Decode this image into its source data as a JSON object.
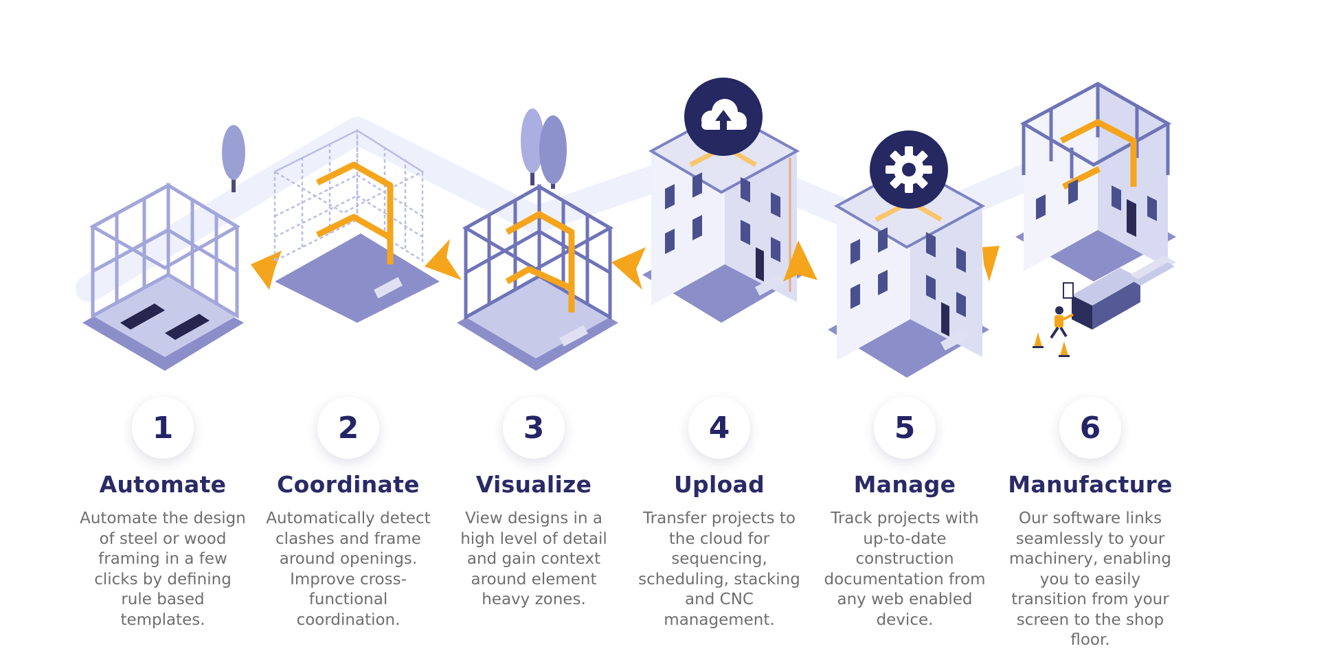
{
  "steps": [
    {
      "number": "1",
      "title": "Automate",
      "description": "Automate the design of steel or wood framing in a few clicks by defining rule based templates."
    },
    {
      "number": "2",
      "title": "Coordinate",
      "description": "Automatically detect clashes and frame around openings. Improve cross-functional coordination."
    },
    {
      "number": "3",
      "title": "Visualize",
      "description": "View designs in a high level of detail and gain context around element heavy zones."
    },
    {
      "number": "4",
      "title": "Upload",
      "description": "Transfer projects to the cloud for sequencing, scheduling, stacking and CNC management."
    },
    {
      "number": "5",
      "title": "Manage",
      "description": "Track projects with up-to-date construction documentation from any web enabled device."
    },
    {
      "number": "6",
      "title": "Manufacture",
      "description": "Our software links seamlessly to your machinery, enabling you to easily transition from your screen to the shop floor."
    }
  ],
  "icons": {
    "step4": "cloud-upload-icon",
    "step5": "gear-icon"
  },
  "colors": {
    "navy": "#2a2a66",
    "accent": "#f5a51c",
    "lavender": "#8e91c7",
    "frame": "#9aa0d6",
    "text": "#6e6e6e"
  }
}
